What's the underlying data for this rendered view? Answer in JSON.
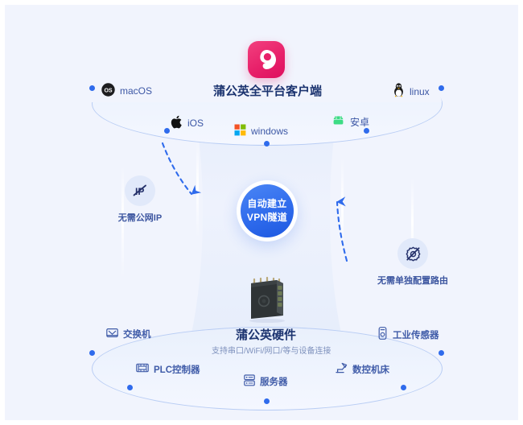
{
  "page": {
    "background_color": "#f1f4fd",
    "accent_color": "#2f6bec",
    "brand_color": "#e8216a"
  },
  "brand": {
    "logo_name": "pgy-dandelion-logo"
  },
  "top_section": {
    "title": "蒲公英全平台客户端",
    "platforms": [
      {
        "icon": "macos-icon",
        "label": "macOS"
      },
      {
        "icon": "linux-penguin-icon",
        "label": "linux"
      },
      {
        "icon": "apple-ios-icon",
        "label": "iOS"
      },
      {
        "icon": "windows-icon",
        "label": "windows"
      },
      {
        "icon": "android-icon",
        "label": "安卓"
      }
    ]
  },
  "center": {
    "line1": "自动建立",
    "line2": "VPN隧道"
  },
  "features": [
    {
      "icon": "no-public-ip-icon",
      "label": "无需公网IP"
    },
    {
      "icon": "no-route-config-icon",
      "label": "无需单独配置路由"
    }
  ],
  "bottom_section": {
    "title": "蒲公英硬件",
    "subtitle": "支持串口/WiFi/网口/等与设备连接",
    "device_icon": "industrial-router-device",
    "devices": [
      {
        "icon": "switch-icon",
        "label": "交换机"
      },
      {
        "icon": "industrial-sensor-icon",
        "label": "工业传感器"
      },
      {
        "icon": "plc-controller-icon",
        "label": "PLC控制器"
      },
      {
        "icon": "cnc-machine-icon",
        "label": "数控机床"
      },
      {
        "icon": "server-icon",
        "label": "服务器"
      }
    ]
  }
}
